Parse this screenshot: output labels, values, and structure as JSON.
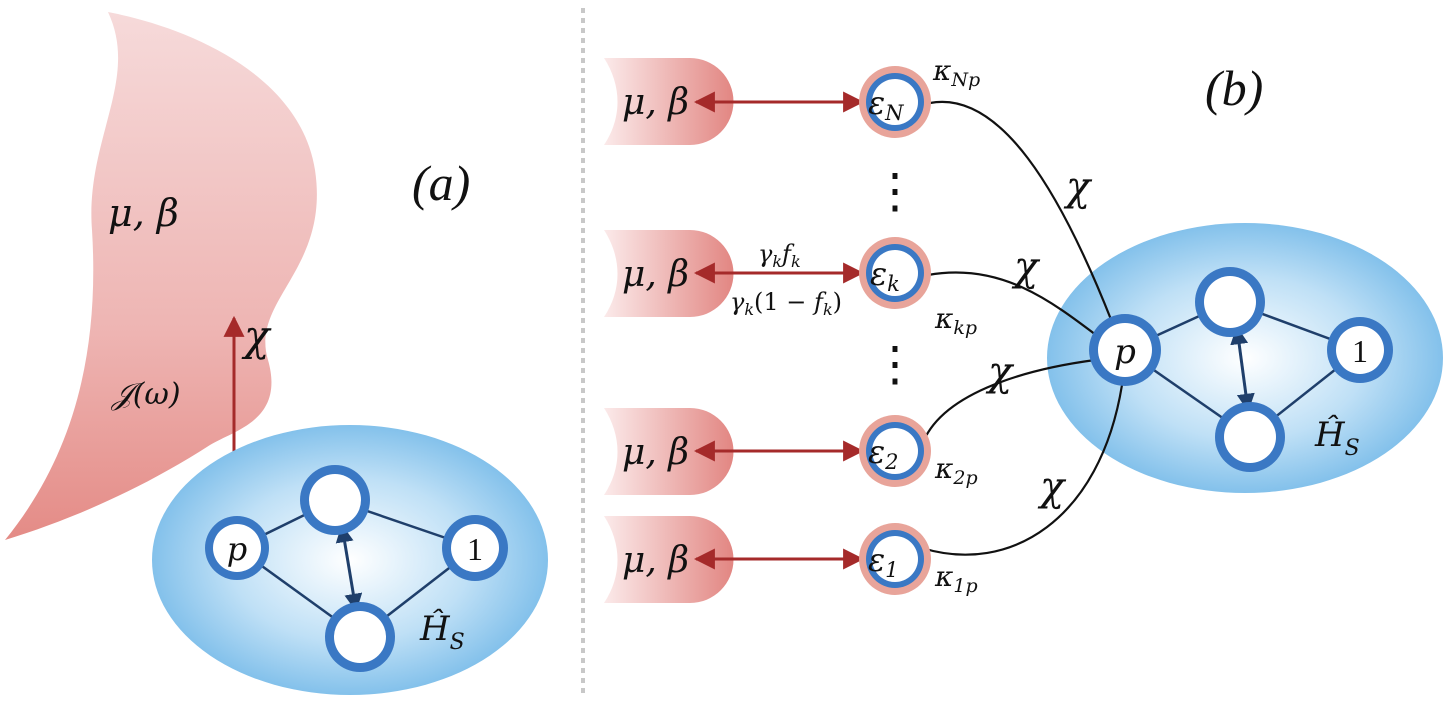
{
  "panel_a": {
    "label": "(a)",
    "bath_params": "μ, β",
    "spectral_density": "𝒥(ω)",
    "coupling": "χ",
    "system": {
      "hamiltonian_symbol": "Ĥ",
      "hamiltonian_subscript": "S",
      "site_p": "p",
      "site_1": "1"
    }
  },
  "panel_b": {
    "label": "(b)",
    "leads": [
      {
        "params": "μ, β",
        "level_symbol": "ε",
        "level_sub": "N",
        "kappa_symbol": "κ",
        "kappa_sub": "Np"
      },
      {
        "params": "μ, β",
        "level_symbol": "ε",
        "level_sub": "k",
        "kappa_symbol": "κ",
        "kappa_sub": "kp"
      },
      {
        "params": "μ, β",
        "level_symbol": "ε",
        "level_sub": "2",
        "kappa_symbol": "κ",
        "kappa_sub": "2p"
      },
      {
        "params": "μ, β",
        "level_symbol": "ε",
        "level_sub": "1",
        "kappa_symbol": "κ",
        "kappa_sub": "1p"
      }
    ],
    "rates": {
      "gain_symbol": "γ",
      "gain_sub": "k",
      "gain_factor": "f",
      "gain_factor_sub": "k",
      "loss_symbol": "γ",
      "loss_sub": "k",
      "loss_open": "(1 − ",
      "loss_factor": "f",
      "loss_factor_sub": "k",
      "loss_close": ")"
    },
    "ellipsis": "⋮",
    "coupling": "χ",
    "system": {
      "hamiltonian_symbol": "Ĥ",
      "hamiltonian_subscript": "S",
      "site_p": "p",
      "site_1": "1"
    }
  },
  "colors": {
    "bath_red": "#d9534f",
    "arrow_red": "#a52a2a",
    "system_blue": "#6fb6e6",
    "site_blue": "#3a78c4",
    "site_ring_red": "#e8a49a",
    "link_navy": "#1f3f6b"
  }
}
